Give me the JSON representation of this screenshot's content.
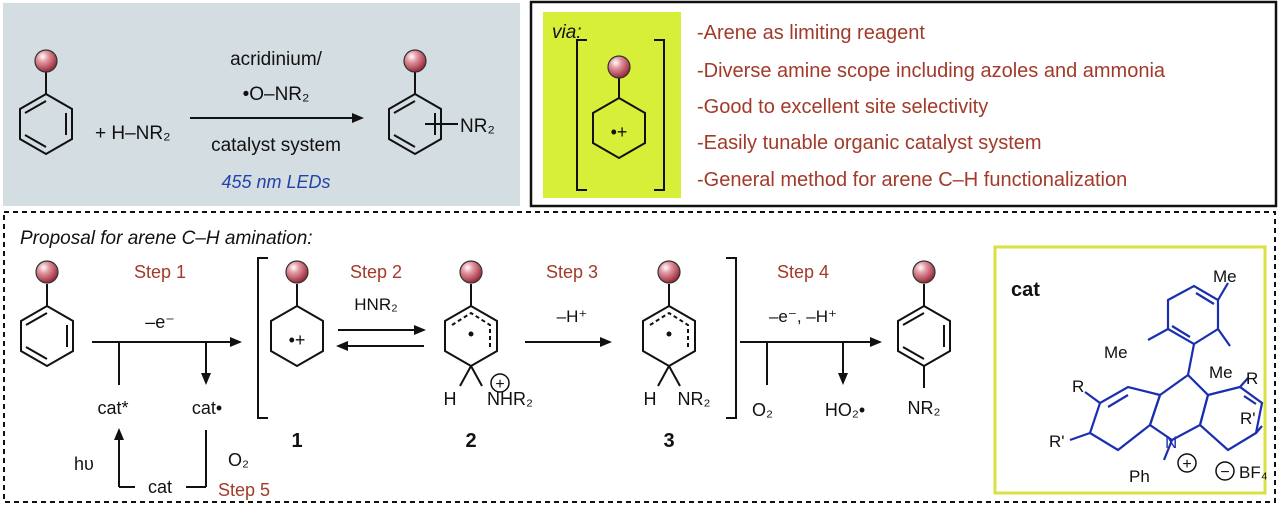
{
  "top_left": {
    "reagent_line1": "acridinium/",
    "reagent_line2": "•O–NR₂",
    "reagent_line3": "catalyst system",
    "light": "455 nm LEDs",
    "plus_amine": "+ H–NR₂",
    "product_sub": "NR₂"
  },
  "top_right": {
    "via_label": "via:",
    "radical_cation_label": "•+",
    "features": [
      "-Arene as limiting reagent",
      "-Diverse amine scope including azoles and ammonia",
      "-Good to excellent site selectivity",
      "-Easily tunable organic catalyst system",
      "-General method for arene C–H functionalization"
    ]
  },
  "bottom": {
    "title": "Proposal for arene C–H amination:",
    "step1": "Step 1",
    "step2": "Step 2",
    "step3": "Step 3",
    "step4": "Step 4",
    "step5": "Step 5",
    "e_minus": "–e⁻",
    "hnr2": "HNR₂",
    "minus_h": "–H⁺",
    "minus_e_minus_h": "–e⁻, –H⁺",
    "cat_star": "cat*",
    "cat_dot": "cat•",
    "cat": "cat",
    "hv": "hυ",
    "o2_a": "O₂",
    "o2_b": "O₂",
    "ho2": "HO₂•",
    "int1_label": "•+",
    "num1": "1",
    "num2": "2",
    "num3": "3",
    "h2": "H",
    "nhr2": "NHR₂",
    "h3": "H",
    "nr2_3": "NR₂",
    "nr2_prod": "NR₂",
    "plus_charge": "+"
  },
  "cat_box": {
    "title": "cat",
    "me1": "Me",
    "me2": "Me",
    "me3": "Me",
    "r1": "R",
    "r2": "R",
    "rp1": "R'",
    "rp2": "R'",
    "n": "N",
    "ph": "Ph",
    "plus": "+",
    "minus": "−",
    "bf4": "BF₄"
  },
  "colors": {
    "top_left_bg": "#d4dde1",
    "via_bg": "#d8ef3a",
    "feature_text": "#a23a2a",
    "light_text": "#2244aa",
    "cat_border": "#d8e042",
    "cat_structure": "#1a2fb0",
    "ball": "#c24a5a"
  }
}
